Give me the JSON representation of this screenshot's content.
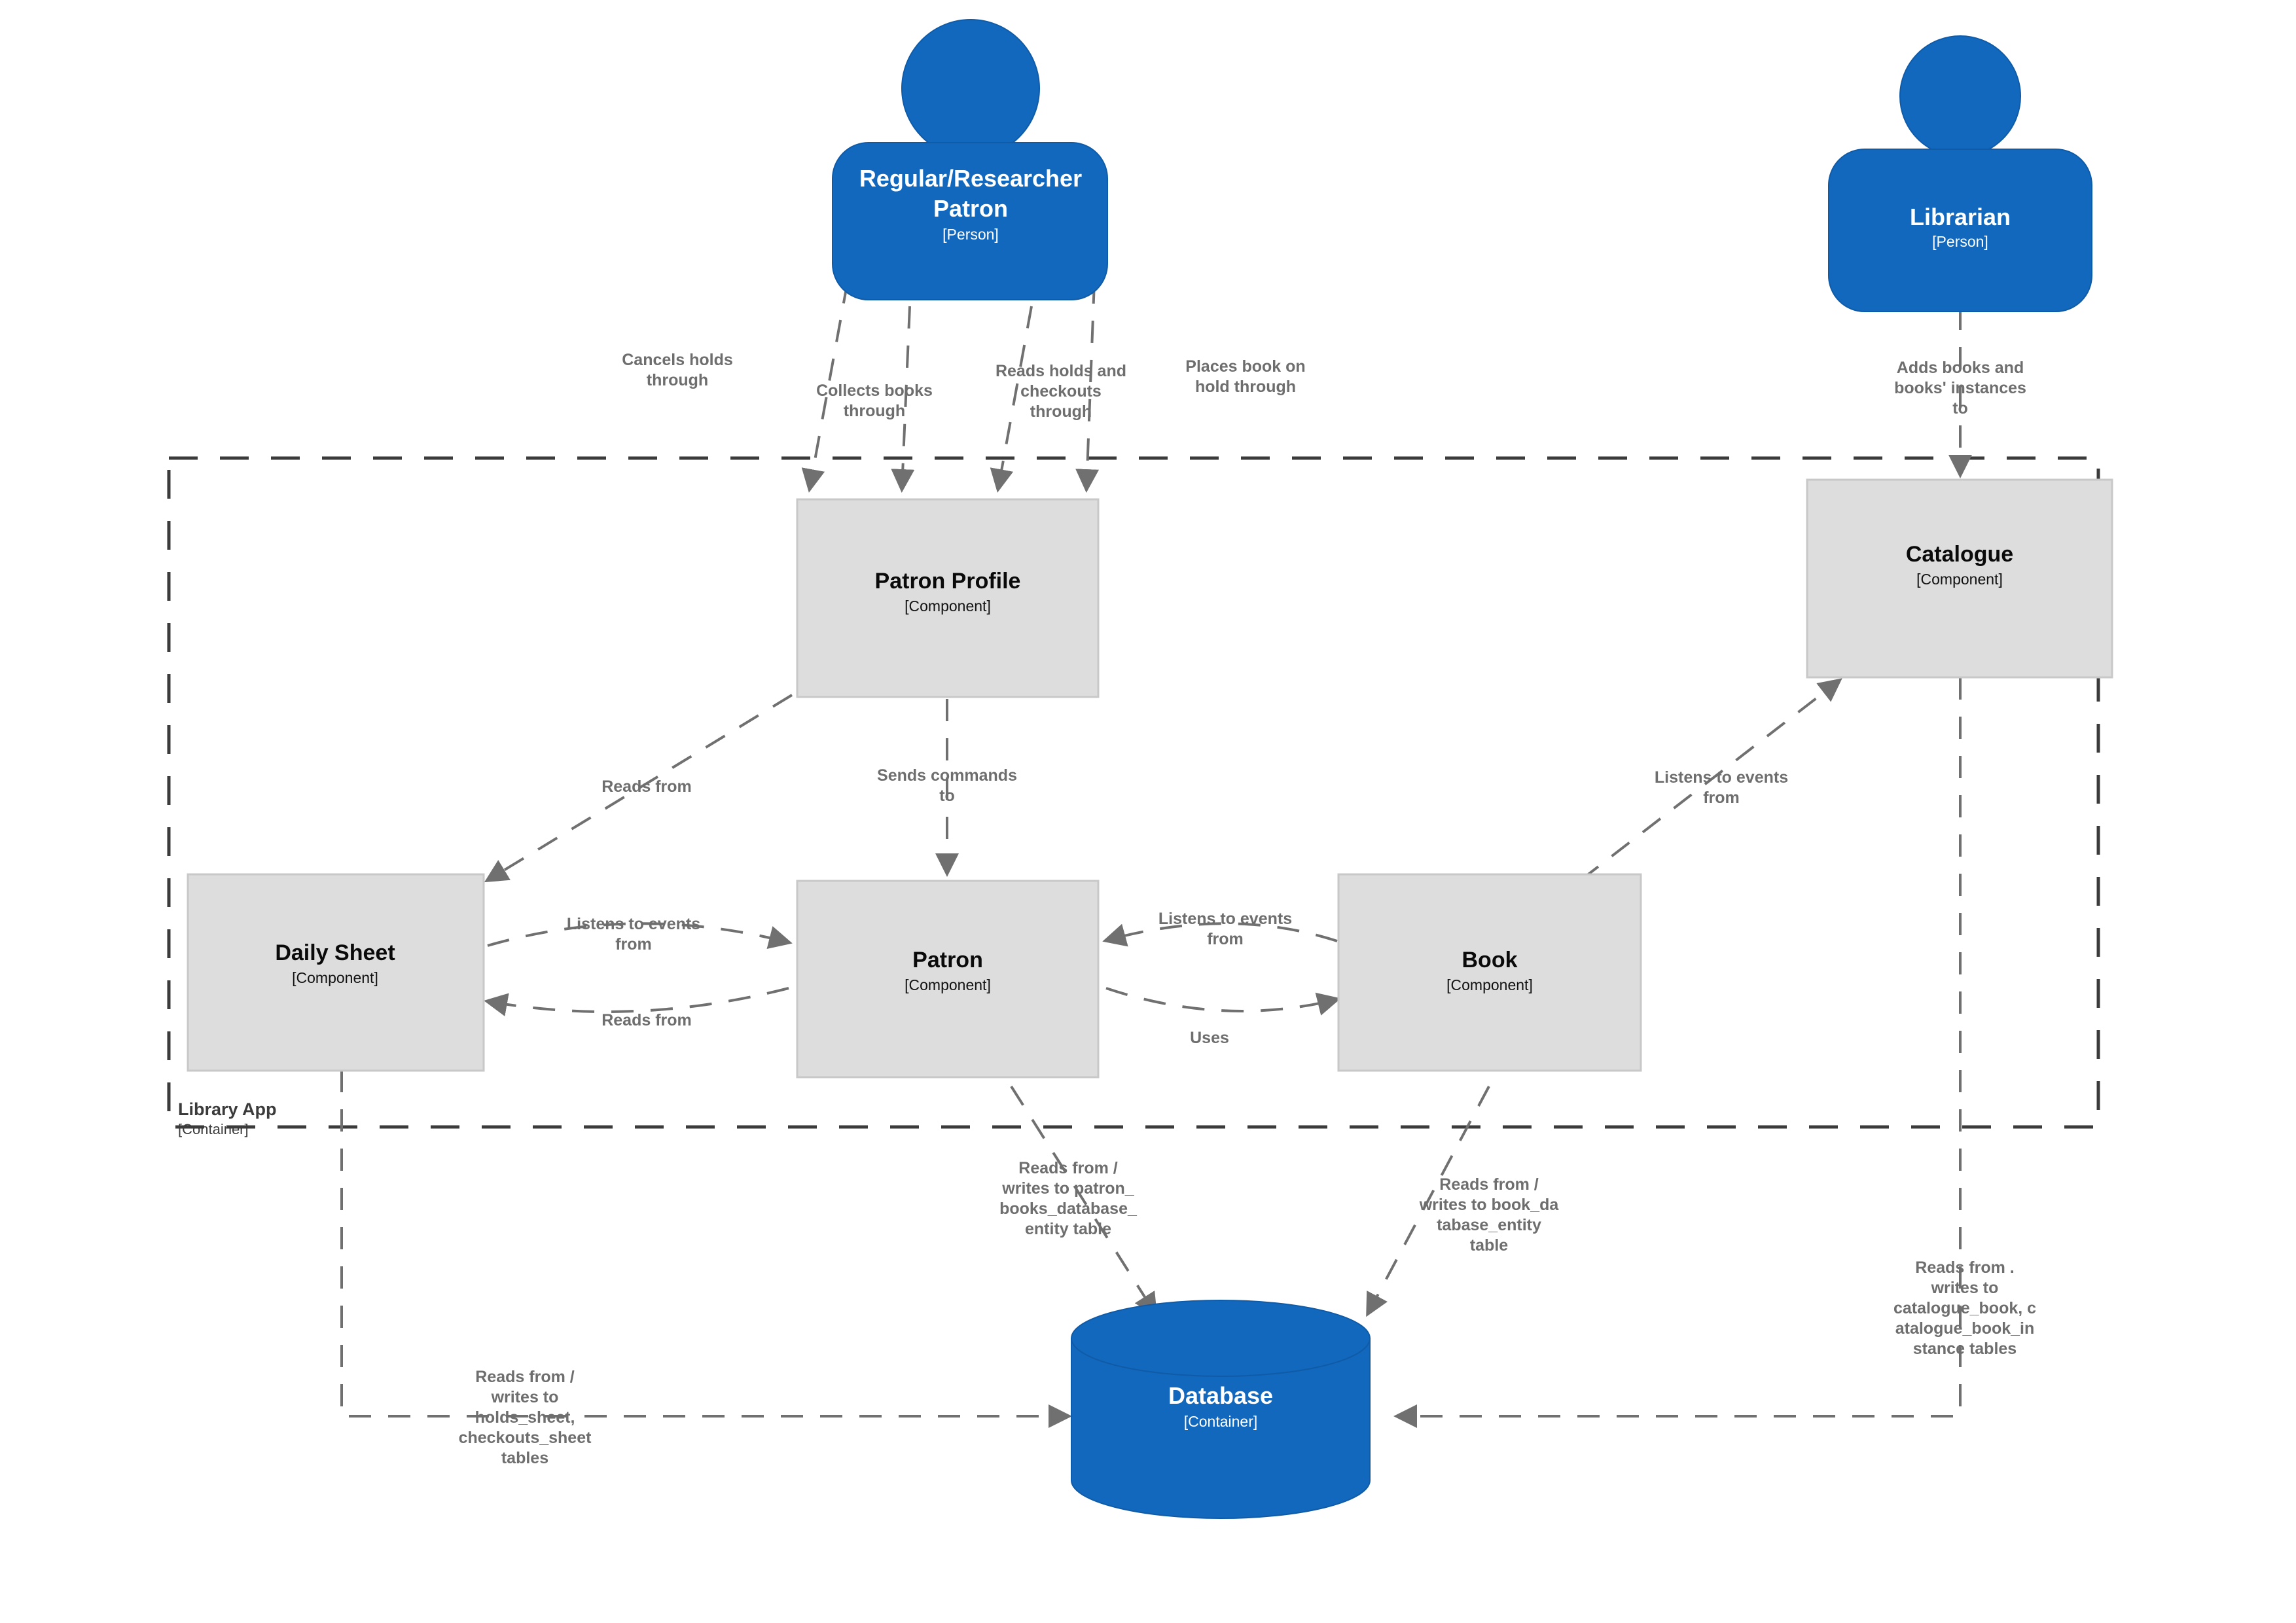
{
  "diagram": {
    "type": "c4-component-diagram",
    "colors": {
      "person_fill": "#1168bd",
      "component_fill": "#dddddd",
      "component_stroke": "#c8c8c8",
      "database_fill": "#1168bd",
      "edge_stroke": "#707070",
      "edge_label": "#6e6e6e",
      "boundary_stroke": "#3b3b3b",
      "background": "#ffffff"
    }
  },
  "people": [
    {
      "id": "patron",
      "title": "Regular/Researcher Patron",
      "subtitle": "[Person]"
    },
    {
      "id": "librarian",
      "title": "Librarian",
      "subtitle": "[Person]"
    }
  ],
  "boundary": {
    "title": "Library App",
    "subtitle": "[Container]"
  },
  "components": [
    {
      "id": "patron_profile",
      "title": "Patron Profile",
      "subtitle": "[Component]"
    },
    {
      "id": "catalogue",
      "title": "Catalogue",
      "subtitle": "[Component]"
    },
    {
      "id": "daily_sheet",
      "title": "Daily Sheet",
      "subtitle": "[Component]"
    },
    {
      "id": "patron",
      "title": "Patron",
      "subtitle": "[Component]"
    },
    {
      "id": "book",
      "title": "Book",
      "subtitle": "[Component]"
    }
  ],
  "database": {
    "title": "Database",
    "subtitle": "[Container]"
  },
  "edges": [
    {
      "id": "e1",
      "from": "patron-person",
      "to": "patron-profile",
      "label": [
        "Cancels holds",
        "through"
      ]
    },
    {
      "id": "e2",
      "from": "patron-person",
      "to": "patron-profile",
      "label": [
        "Collects books",
        "through"
      ]
    },
    {
      "id": "e3",
      "from": "patron-person",
      "to": "patron-profile",
      "label": [
        "Reads holds and",
        "checkouts",
        "through"
      ]
    },
    {
      "id": "e4",
      "from": "patron-person",
      "to": "patron-profile",
      "label": [
        "Places book on",
        "hold through"
      ]
    },
    {
      "id": "e5",
      "from": "librarian",
      "to": "catalogue",
      "label": [
        "Adds books and",
        "books' instances",
        "to"
      ]
    },
    {
      "id": "e6",
      "from": "patron-profile",
      "to": "daily-sheet",
      "label": [
        "Reads from"
      ]
    },
    {
      "id": "e7",
      "from": "patron-profile",
      "to": "patron",
      "label": [
        "Sends commands",
        "to"
      ]
    },
    {
      "id": "e8",
      "from": "daily-sheet",
      "to": "patron",
      "label": [
        "Listens to events",
        "from"
      ]
    },
    {
      "id": "e9",
      "from": "patron",
      "to": "daily-sheet",
      "label": [
        "Reads from"
      ]
    },
    {
      "id": "e10",
      "from": "book",
      "to": "patron",
      "label": [
        "Listens to events",
        "from"
      ]
    },
    {
      "id": "e11",
      "from": "patron",
      "to": "book",
      "label": [
        "Uses"
      ]
    },
    {
      "id": "e12",
      "from": "book",
      "to": "catalogue",
      "label": [
        "Listens to events",
        "from"
      ]
    },
    {
      "id": "e13",
      "from": "patron",
      "to": "database",
      "label": [
        "Reads from /",
        "writes to patron_",
        "books_database_",
        "entity table"
      ]
    },
    {
      "id": "e14",
      "from": "book",
      "to": "database",
      "label": [
        "Reads from /",
        "writes to book_da",
        "tabase_entity",
        "table"
      ]
    },
    {
      "id": "e15",
      "from": "catalogue",
      "to": "database",
      "label": [
        "Reads from .",
        "writes to",
        "catalogue_book, c",
        "atalogue_book_in",
        "stance tables"
      ]
    },
    {
      "id": "e16",
      "from": "daily-sheet",
      "to": "database",
      "label": [
        "Reads from /",
        "writes to",
        "holds_sheet,",
        "checkouts_sheet",
        "tables"
      ]
    }
  ]
}
